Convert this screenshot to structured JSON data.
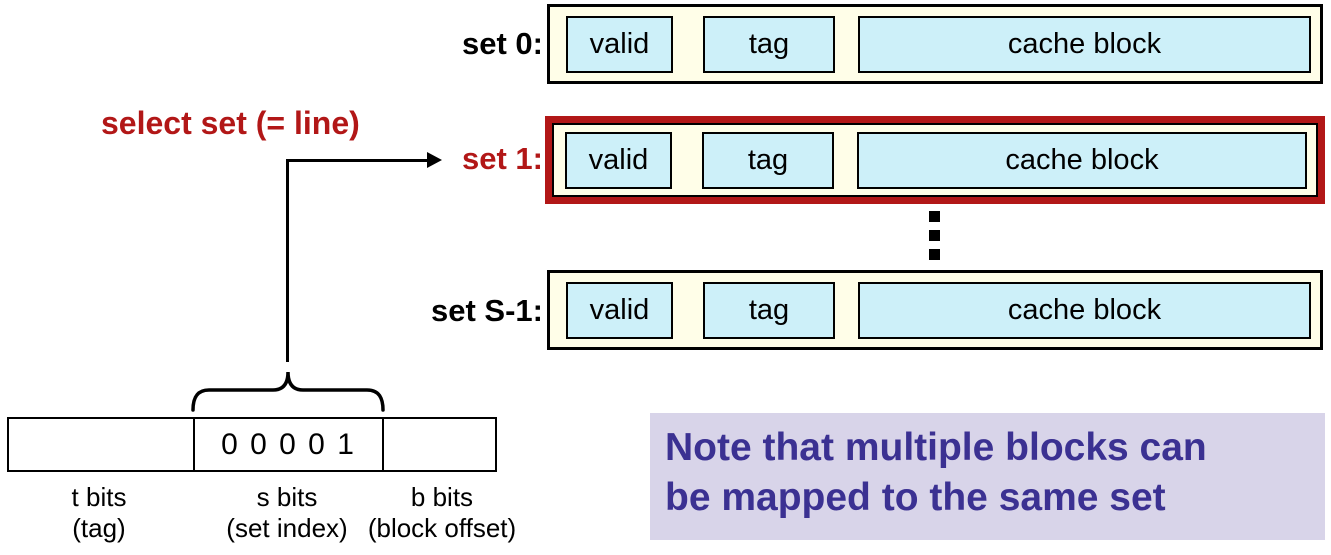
{
  "colors": {
    "highlight_red": "#b21717",
    "row_background": "#fffee8",
    "field_background": "#cdf0f9",
    "note_background": "#d8d4e9",
    "note_text": "#3b3192"
  },
  "cache": {
    "select_label": "select set (= line)",
    "ellipsis": "⋮",
    "sets": [
      {
        "label": "set 0:",
        "highlighted": false,
        "fields": [
          "valid",
          "tag",
          "cache block"
        ]
      },
      {
        "label": "set 1:",
        "highlighted": true,
        "fields": [
          "valid",
          "tag",
          "cache block"
        ]
      },
      {
        "label": "set S-1:",
        "highlighted": false,
        "fields": [
          "valid",
          "tag",
          "cache block"
        ]
      }
    ]
  },
  "address": {
    "fields": [
      {
        "value": "",
        "name": "t bits",
        "description": "(tag)"
      },
      {
        "value": "0 0 0 0 1",
        "name": "s bits",
        "description": "(set index)"
      },
      {
        "value": "",
        "name": "b bits",
        "description": "(block offset)"
      }
    ]
  },
  "note": {
    "line1": "Note that multiple blocks can",
    "line2": "be mapped to the same set"
  }
}
